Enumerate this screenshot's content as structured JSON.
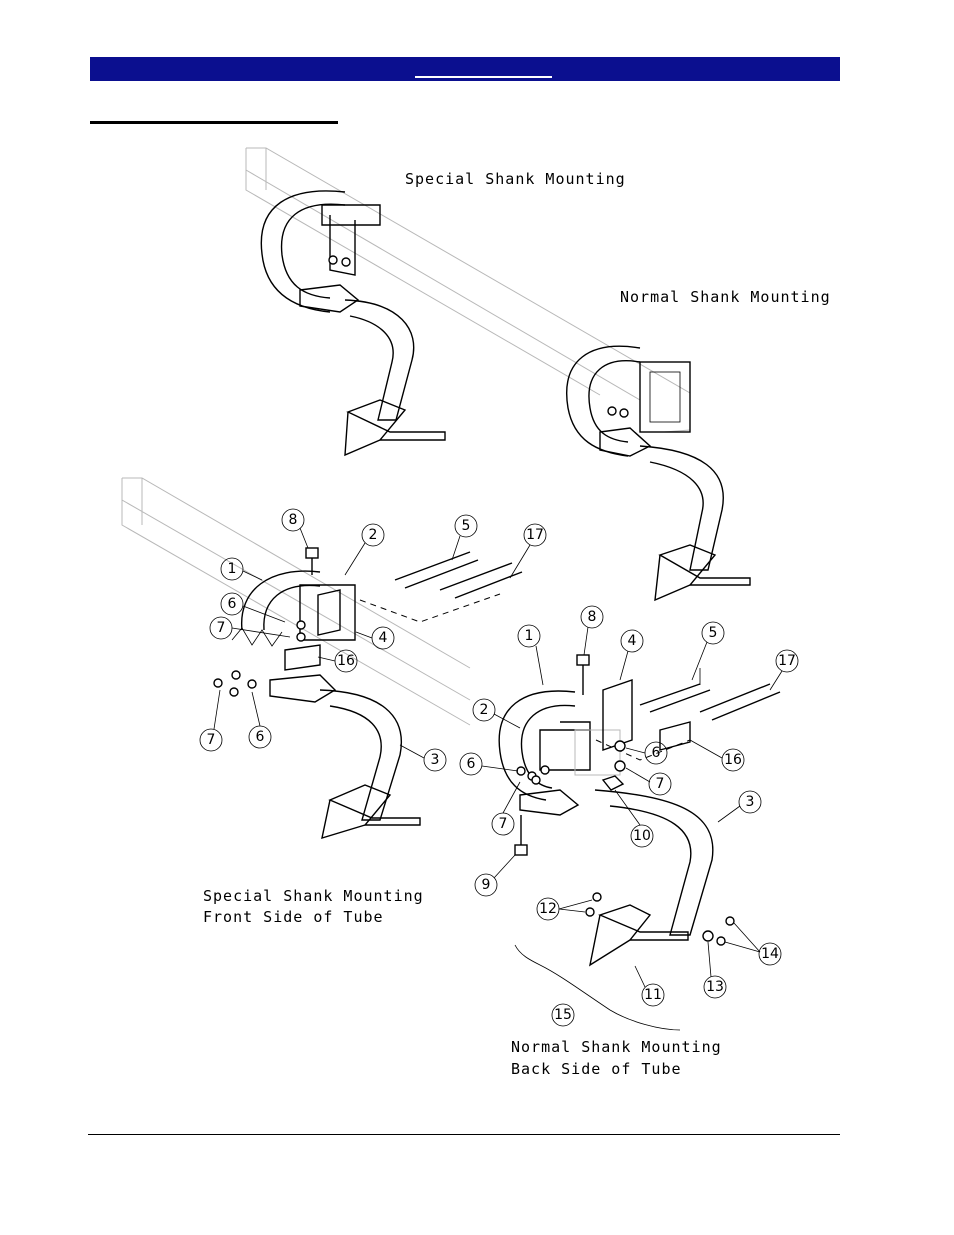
{
  "captions": {
    "top_special": "Special Shank Mounting",
    "top_normal": "Normal Shank Mounting",
    "left_line1": "Special Shank Mounting",
    "left_line2": "Front Side of Tube",
    "right_line1": "Normal Shank Mounting",
    "right_line2": "Back Side of Tube"
  },
  "callouts_left": [
    "8",
    "2",
    "5",
    "17",
    "1",
    "6",
    "7",
    "4",
    "16",
    "7",
    "6",
    "3"
  ],
  "callouts_right": [
    "8",
    "4",
    "5",
    "17",
    "1",
    "2",
    "6",
    "6",
    "7",
    "16",
    "3",
    "7",
    "10",
    "9",
    "12",
    "14",
    "13",
    "11",
    "15"
  ]
}
